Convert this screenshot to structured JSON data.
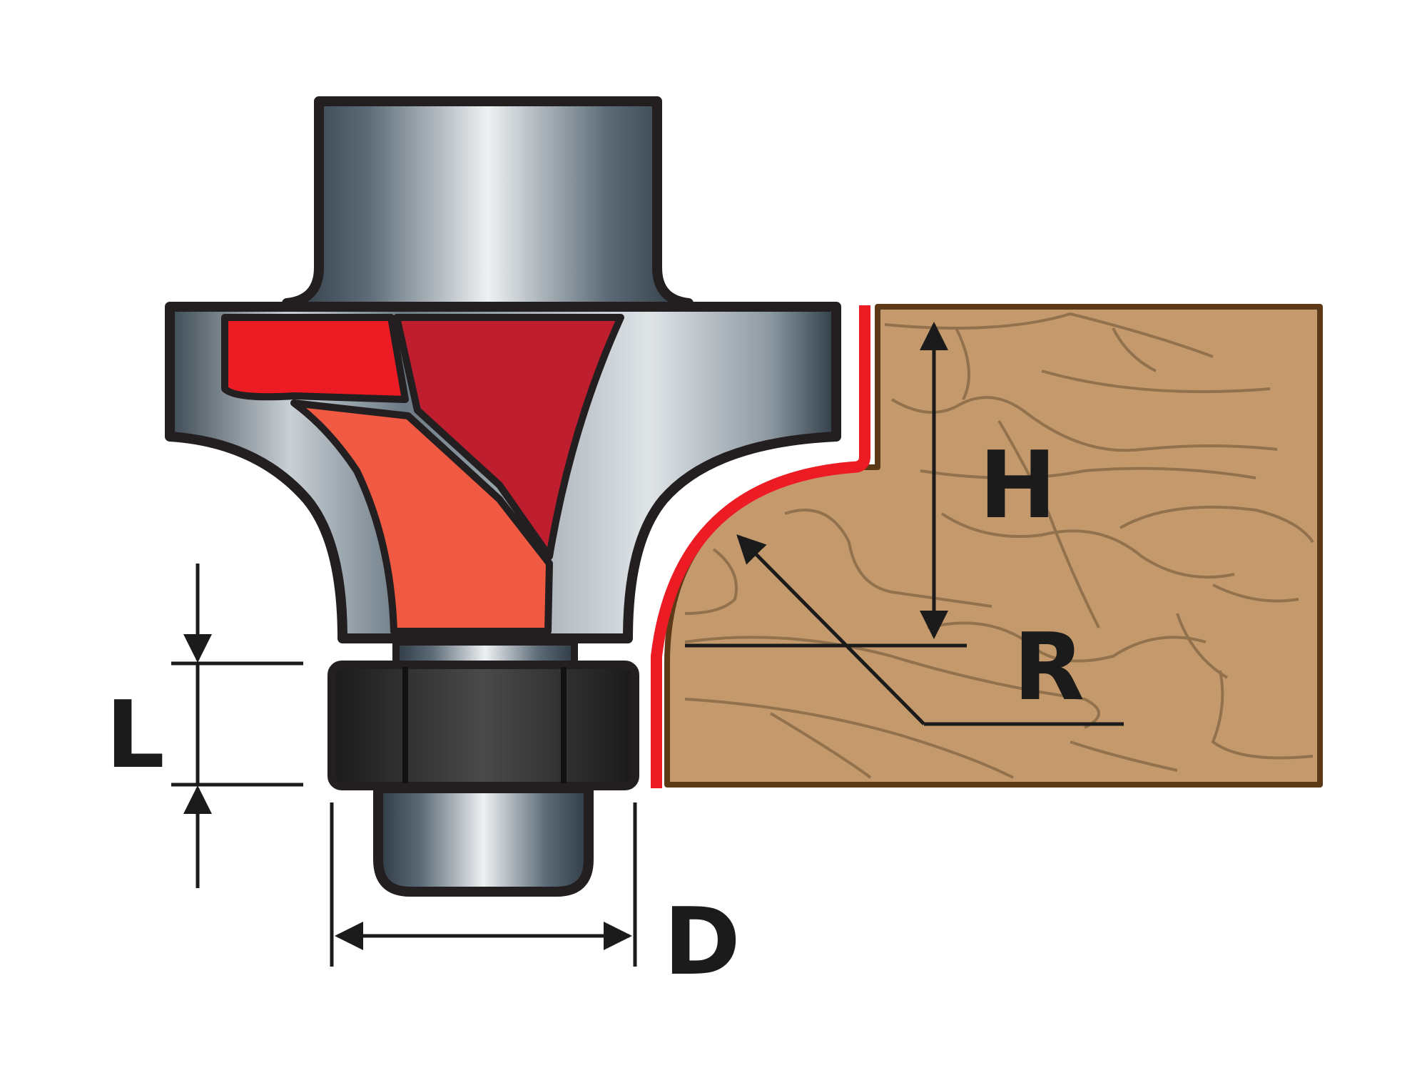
{
  "labels": {
    "height": "H",
    "radius": "R",
    "length": "L",
    "diameter": "D"
  },
  "colors": {
    "outline": "#231f20",
    "steel_dark": "#3a4a55",
    "steel_light": "#e6eaed",
    "cutter_bright": "#ed1c24",
    "cutter_dark": "#be1e2d",
    "cutter_orange": "#f15a42",
    "bearing": "#2b2b2b",
    "wood": "#c49a6c",
    "wood_grain": "#8a6a48",
    "wood_outline": "#5c3a18",
    "profile_line": "#ed1c24",
    "dimension": "#1b1b1b"
  }
}
